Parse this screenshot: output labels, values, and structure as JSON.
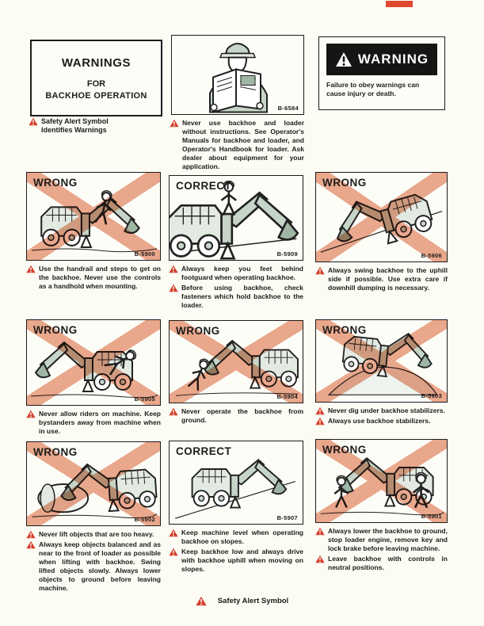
{
  "header": {
    "title_box": {
      "line1": "WARNINGS",
      "line2": "FOR",
      "line3": "BACKHOE OPERATION"
    },
    "title_note": {
      "line1": "Safety Alert Symbol",
      "line2": "Identifies Warnings"
    },
    "intro_panel": {
      "code": "B-6584",
      "caption": "Never use backhoe and loader without instructions. See Operator's Manuals for backhoe and loader, and Operator's Handbook for loader. Ask dealer about equipment for your application."
    },
    "warning_box": {
      "banner": "WARNING",
      "text": "Failure to obey warnings can cause injury or death."
    }
  },
  "panels": [
    {
      "label": "WRONG",
      "code": "B-5900",
      "notes": [
        "Use the handrail and steps to get on the backhoe. Never use the controls as a handhold when mounting."
      ]
    },
    {
      "label": "CORRECT",
      "code": "B-5909",
      "notes": [
        "Always keep you feet behind footguard when operating backhoe.",
        "Before using backhoe, check fasteners which hold backhoe to the loader."
      ]
    },
    {
      "label": "WRONG",
      "code": "B-5906",
      "notes": [
        "Always swing backhoe to the uphill side if possible. Use extra care if downhill dumping is necessary."
      ]
    },
    {
      "label": "WRONG",
      "code": "B-5905",
      "notes": [
        "Never allow riders on machine. Keep bystanders away from machine when in use."
      ]
    },
    {
      "label": "WRONG",
      "code": "B-5904",
      "notes": [
        "Never operate the backhoe from ground."
      ]
    },
    {
      "label": "WRONG",
      "code": "B-5903",
      "notes": [
        "Never dig under backhoe stabilizers.",
        "Always use backhoe stabilizers."
      ]
    },
    {
      "label": "WRONG",
      "code": "B-5902",
      "notes": [
        "Never lift objects that are too heavy.",
        "Always keep objects balanced and as near to the front of loader as possible when lifting with backhoe. Swing lifted objects slowly. Always lower objects to ground before leaving machine."
      ]
    },
    {
      "label": "CORRECT",
      "code": "B-5907",
      "notes": [
        "Keep machine level when operating backhoe on slopes.",
        "Keep backhoe low and always drive with backhoe uphill when moving on slopes."
      ]
    },
    {
      "label": "WRONG",
      "code": "B-5901",
      "notes": [
        "Always lower the backhoe to ground, stop loader engine, remove key and lock brake before leaving machine.",
        "Leave backhoe with controls in neutral positions."
      ]
    }
  ],
  "footer": {
    "label": "Safety Alert Symbol"
  },
  "colors": {
    "alert_red": "#d6402b",
    "wrong_x_salmon": "#eba88f",
    "banner_black": "#161514",
    "ink": "#1c1c1c",
    "page_bg": "#fcfbf4",
    "registration_mark": "#e0492f"
  }
}
